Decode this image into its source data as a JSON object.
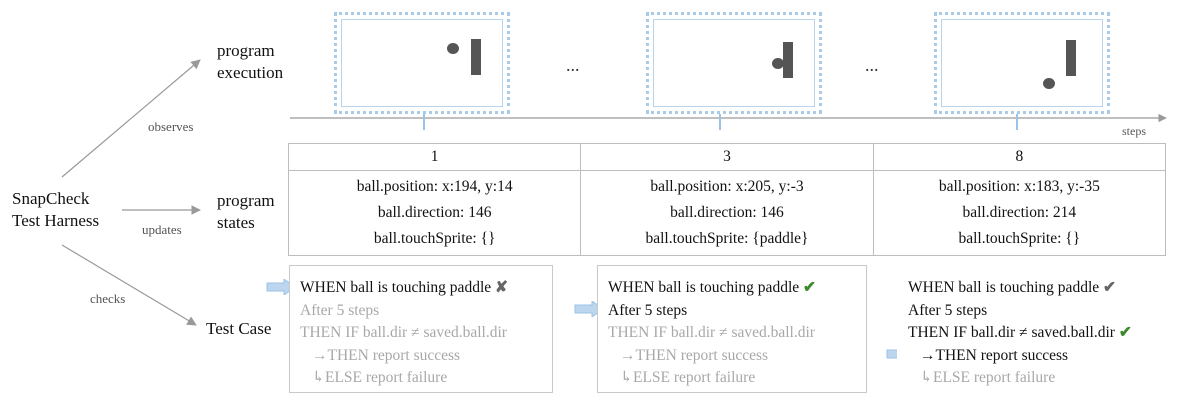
{
  "harness": {
    "line1": "SnapCheck",
    "line2": "Test Harness"
  },
  "edges": {
    "observes": "observes",
    "updates": "updates",
    "checks": "checks"
  },
  "rows": {
    "execution": {
      "line1": "program",
      "line2": "execution"
    },
    "states": {
      "line1": "program",
      "line2": "states"
    },
    "test_case": "Test Case"
  },
  "timeline": {
    "axis_label": "steps",
    "ellipsis": "..."
  },
  "states_table": {
    "columns": [
      {
        "step": "1",
        "position": "ball.position: x:194, y:14",
        "direction": "ball.direction: 146",
        "touch": "ball.touchSprite: {}"
      },
      {
        "step": "3",
        "position": "ball.position: x:205, y:-3",
        "direction": "ball.direction: 146",
        "touch": "ball.touchSprite: {paddle}"
      },
      {
        "step": "8",
        "position": "ball.position: x:183, y:-35",
        "direction": "ball.direction: 214",
        "touch": "ball.touchSprite: {}"
      }
    ]
  },
  "test_case": {
    "when": "WHEN ball is touching paddle",
    "after": "After 5 steps",
    "then_if": "THEN IF ball.dir ≠ saved.ball.dir",
    "then_report": "→THEN report success",
    "else_report": "↳ELSE report failure",
    "marks": {
      "fail": "✘",
      "pass": "✔"
    }
  },
  "colors": {
    "highlight": "#3d8a2c",
    "cursor": "#9cc3e6",
    "dim": "#a8a8a8",
    "frame": "#a9cbe8"
  },
  "icons": {
    "cursor": "arrow-pointer-icon",
    "fail": "cross-icon",
    "pass": "check-icon"
  }
}
